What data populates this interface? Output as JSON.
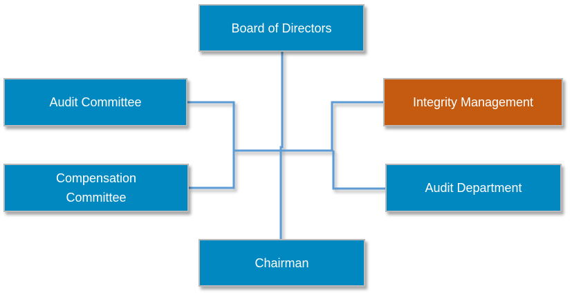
{
  "diagram": {
    "type": "organization-chart",
    "colors": {
      "node_default": "#0288c1",
      "node_highlight": "#c55a11",
      "connector": "#5b9bd5",
      "node_border": "#b9b9b9",
      "text": "#ffffff"
    },
    "nodes": [
      {
        "id": "board",
        "label": "Board of Directors",
        "style": "default"
      },
      {
        "id": "audit_committee",
        "label": "Audit Committee",
        "style": "default"
      },
      {
        "id": "compensation",
        "label": "Compensation Committee",
        "lines": [
          "Compensation",
          "Committee"
        ],
        "style": "default"
      },
      {
        "id": "integrity",
        "label": "Integrity Management",
        "style": "highlight"
      },
      {
        "id": "audit_dept",
        "label": "Audit Department",
        "style": "default"
      },
      {
        "id": "chairman",
        "label": "Chairman",
        "style": "default"
      }
    ],
    "edges": [
      {
        "from": "board",
        "to": "chairman"
      },
      {
        "from": "board",
        "to": "audit_committee"
      },
      {
        "from": "board",
        "to": "compensation"
      },
      {
        "from": "board",
        "to": "integrity"
      },
      {
        "from": "board",
        "to": "audit_dept"
      }
    ]
  }
}
